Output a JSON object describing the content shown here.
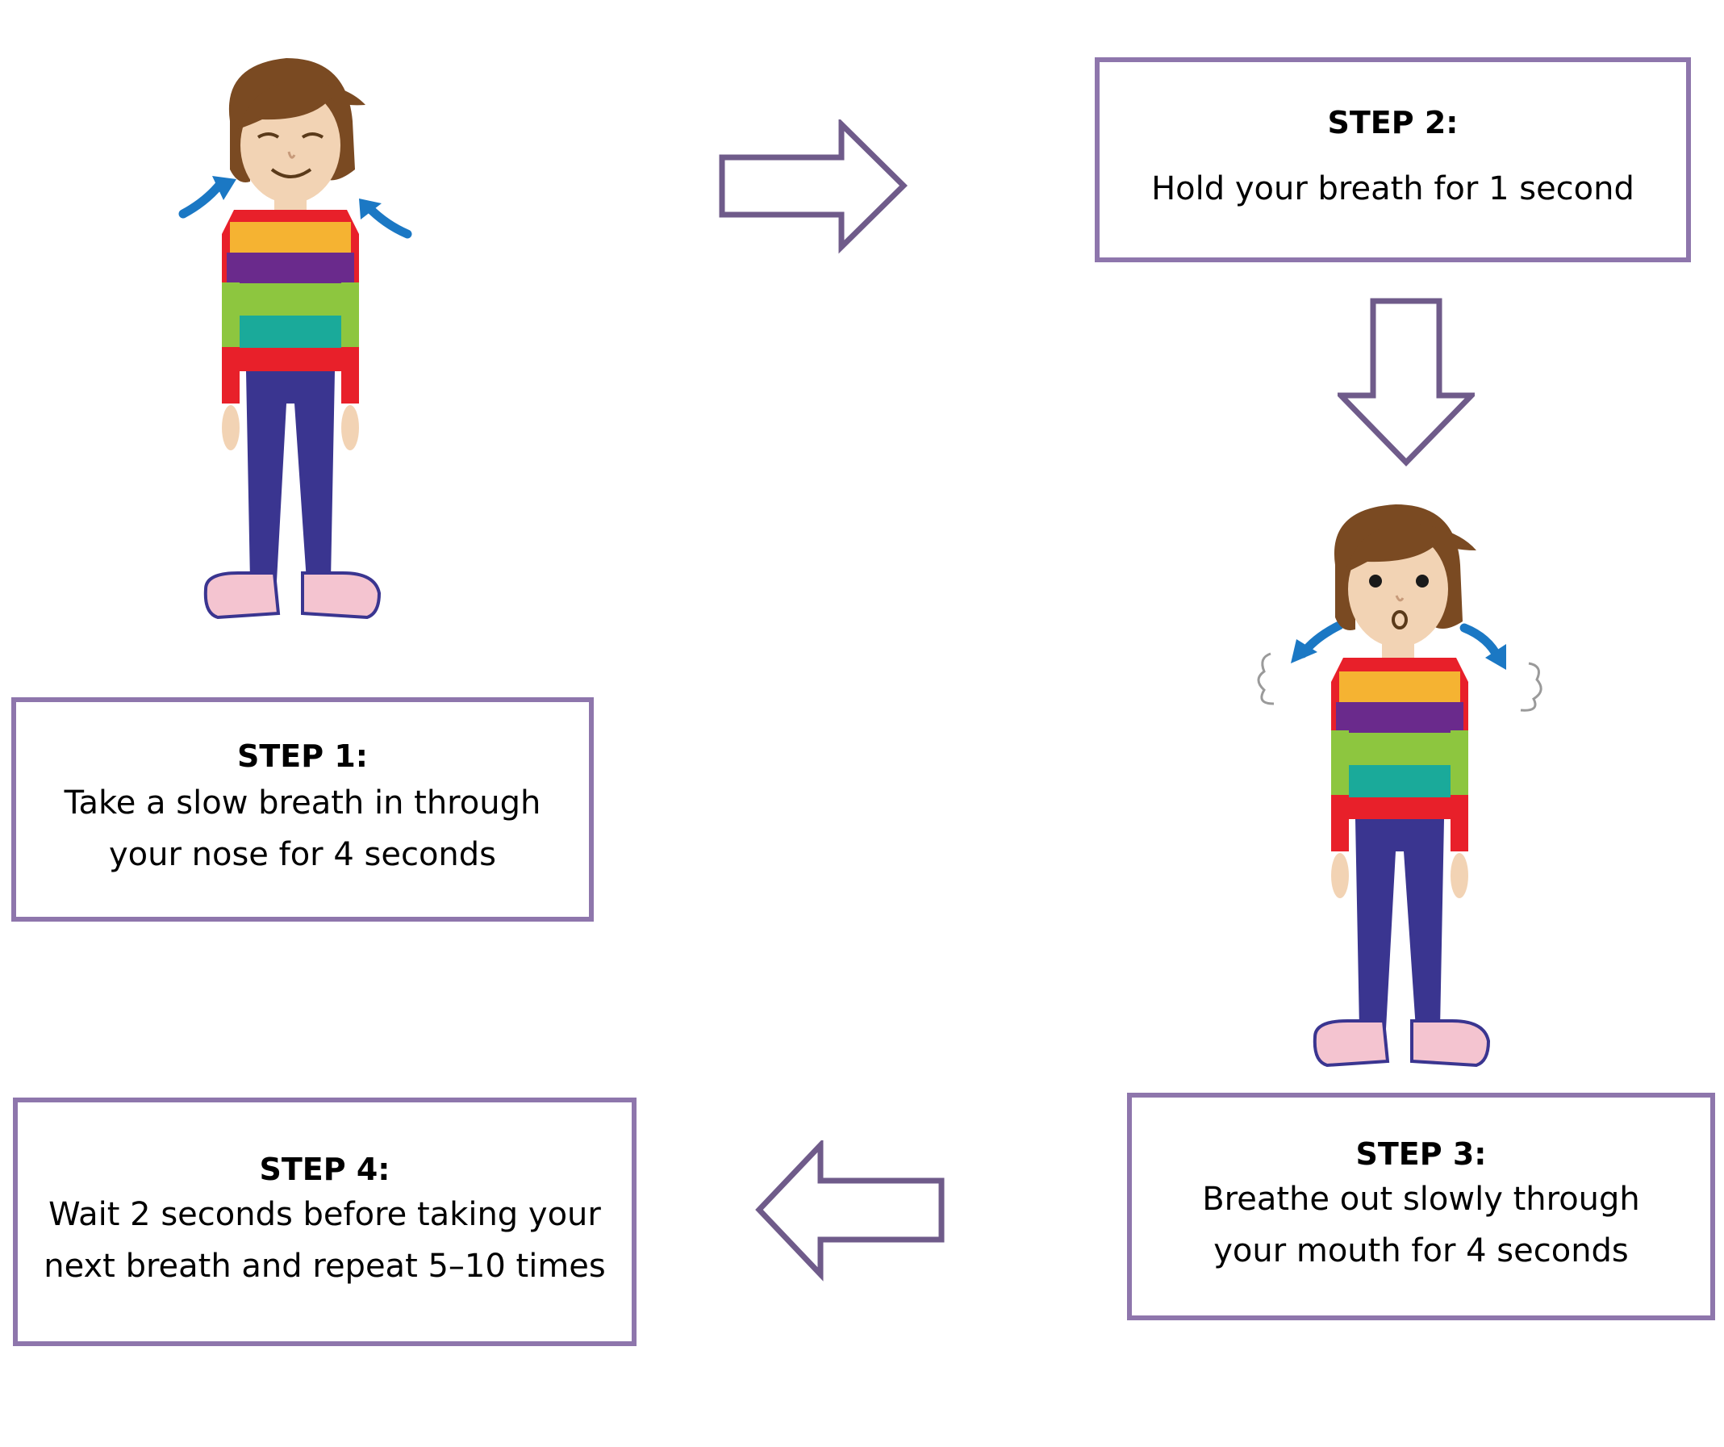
{
  "steps": [
    {
      "title": "STEP 1:",
      "lines": [
        "Take a slow breath in through",
        "your nose for 4 seconds"
      ]
    },
    {
      "title": "STEP 2:",
      "lines": [
        "Hold your breath for 1 second"
      ]
    },
    {
      "title": "STEP 3:",
      "lines": [
        "Breathe out slowly through",
        "your mouth for 4 seconds"
      ]
    },
    {
      "title": "STEP 4:",
      "lines": [
        "Wait 2 seconds before taking your",
        "next breath and repeat 5–10 times"
      ]
    }
  ],
  "colors": {
    "box_border": "#8e76ac",
    "arrow_border": "#6f5b8a",
    "breath_arrow": "#1b78c4",
    "hair": "#7a4a22",
    "skin": "#f2d3b4",
    "trousers": "#3a3590",
    "shoe": "#f4c4d0",
    "stripes": [
      "#e8202a",
      "#f5b332",
      "#6a2a8c",
      "#8dc63f",
      "#1aaa9a",
      "#e8202a"
    ]
  },
  "icons": {
    "flow_arrows": [
      "right-arrow-icon",
      "down-arrow-icon",
      "left-arrow-icon"
    ],
    "characters": [
      "child-breathing-in-figure",
      "child-breathing-out-figure"
    ]
  }
}
